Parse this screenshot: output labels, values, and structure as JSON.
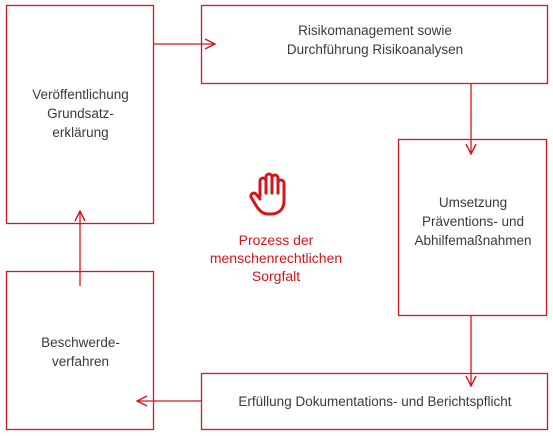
{
  "diagram": {
    "accent_color": "#d5151c",
    "step_1": [
      "Veröffentlichung",
      "Grundsatz-",
      "erklärung"
    ],
    "step_2": [
      "Risikomanagement sowie",
      "Durchführung Risikoanalysen"
    ],
    "step_3": [
      "Umsetzung",
      "Präventions- und",
      "Abhilfemaßnahmen"
    ],
    "step_4": [
      "Erfüllung Dokumentations- und Berichtspflicht"
    ],
    "step_5": [
      "Beschwerde-",
      "verfahren"
    ],
    "center": {
      "icon": "hand-stop-icon",
      "title": [
        "Prozess der",
        "menschenrechtlichen",
        "Sorgfalt"
      ]
    }
  }
}
